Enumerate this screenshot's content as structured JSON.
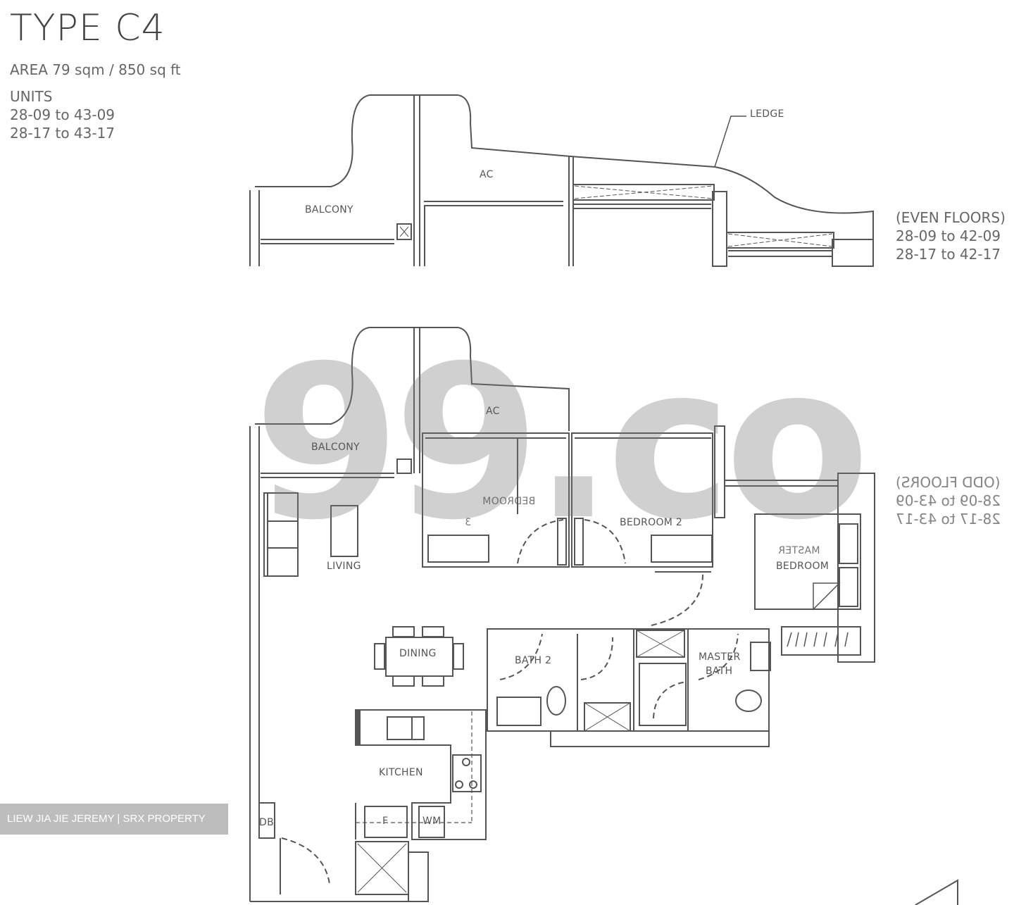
{
  "header": {
    "title": "TYPE C4",
    "area": "AREA  79 sqm / 850 sq ft",
    "units_label": "UNITS",
    "units": [
      "28-09 to 43-09",
      "28-17 to 43-17"
    ]
  },
  "upper_plan": {
    "labels": {
      "balcony": "BALCONY",
      "ac": "AC",
      "ledge": "LEDGE"
    },
    "note": [
      "(EVEN FLOORS)",
      "28-09 to 42-09",
      "28-17 to 42-17"
    ]
  },
  "lower_plan": {
    "labels": {
      "balcony": "BALCONY",
      "ac": "AC",
      "living": "LIVING",
      "dining": "DINING",
      "kitchen": "KITCHEN",
      "bedroom2": "BEDROOM 2",
      "bedroom3_line1": "BEDROOM",
      "bedroom3_line2": "3",
      "master_line1": "MASTER",
      "master_line2": "BEDROOM",
      "bath2": "BATH 2",
      "master_bath_line1": "MASTER",
      "master_bath_line2": "BATH",
      "db": "DB",
      "fridge": "F",
      "wm": "WM"
    },
    "note": [
      "(ODD FLOORS)",
      "28-09 to 43-09",
      "28-17 to 43-17"
    ]
  },
  "watermark": "99.co",
  "credit": "LIEW JIA JIE JEREMY | SRX PROPERTY"
}
